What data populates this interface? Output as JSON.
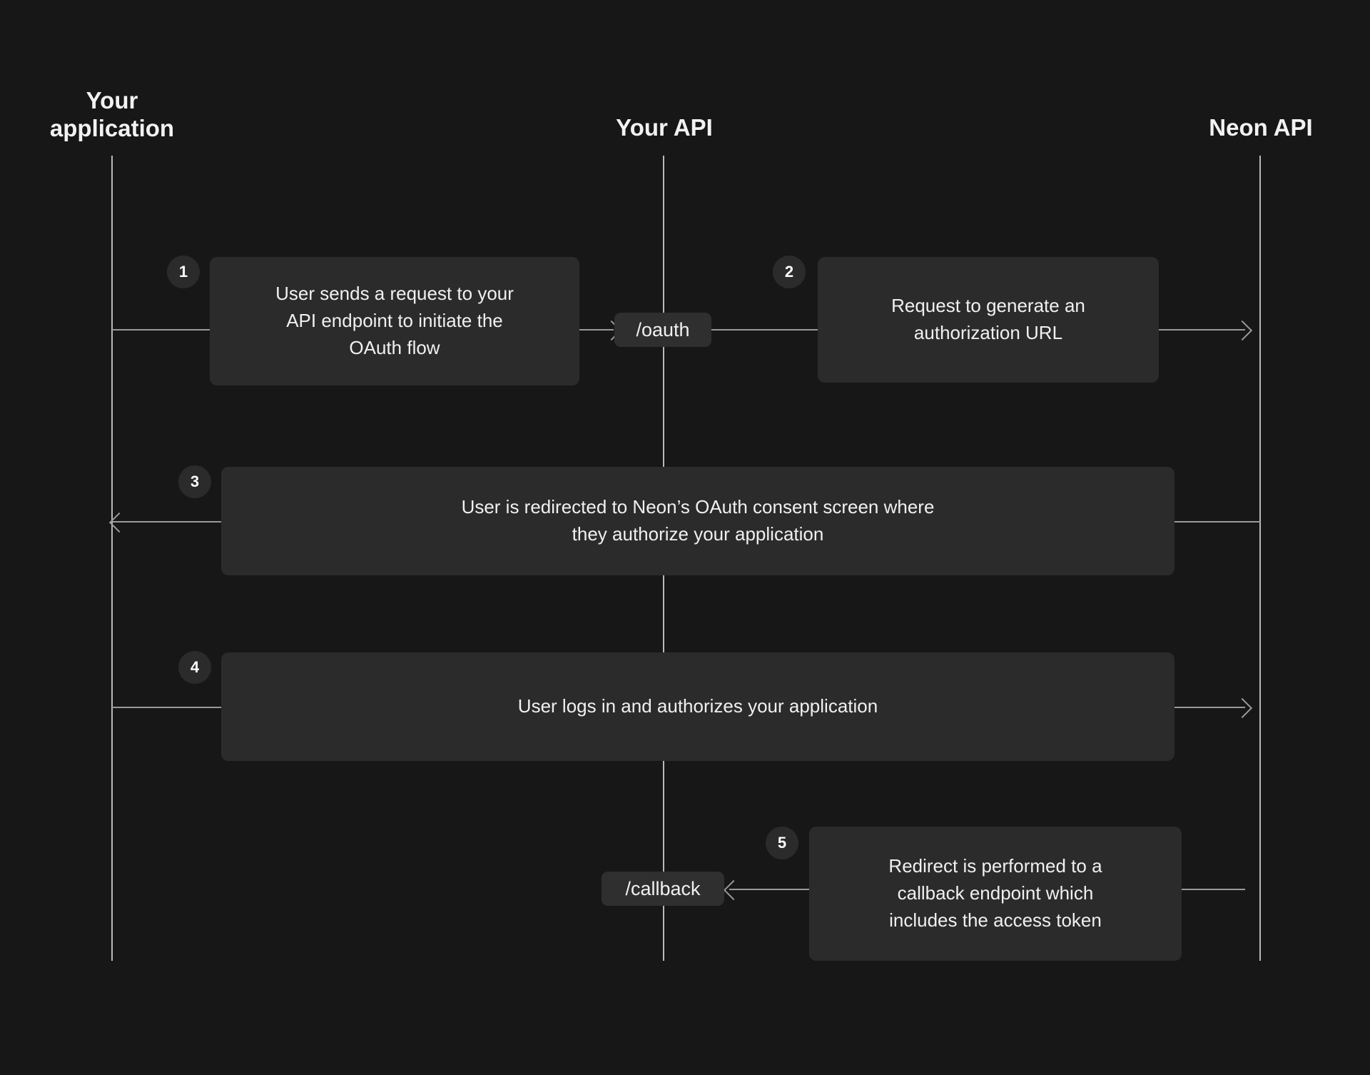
{
  "diagram": {
    "title": "Neon OAuth flow sequence diagram",
    "background_color": "#171717",
    "box_color": "#2b2b2b",
    "line_color": "#9a9a9a",
    "text_color": "#f0f0f0"
  },
  "actors": [
    {
      "id": "app",
      "label": "Your\napplication"
    },
    {
      "id": "api",
      "label": "Your API"
    },
    {
      "id": "neon",
      "label": "Neon API"
    }
  ],
  "steps": [
    {
      "number": "1",
      "text": "User sends a request to your\nAPI endpoint to initiate the\nOAuth flow",
      "from": "app",
      "to": "api",
      "direction": "right"
    },
    {
      "number": "2",
      "text": "Request to generate an\nauthorization URL",
      "from": "api",
      "to": "neon",
      "direction": "right"
    },
    {
      "number": "3",
      "text": "User is redirected to Neon’s OAuth consent screen where\nthey authorize your application",
      "from": "neon",
      "to": "app",
      "direction": "left"
    },
    {
      "number": "4",
      "text": "User logs in and authorizes your application",
      "from": "app",
      "to": "neon",
      "direction": "right"
    },
    {
      "number": "5",
      "text": "Redirect is performed to a\ncallback endpoint which\nincludes the access token",
      "from": "neon",
      "to": "api",
      "direction": "left"
    }
  ],
  "endpoints": [
    {
      "id": "oauth",
      "label": "/oauth"
    },
    {
      "id": "callback",
      "label": "/callback"
    }
  ]
}
